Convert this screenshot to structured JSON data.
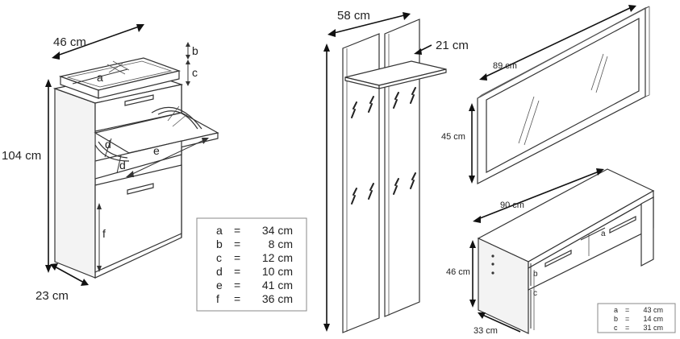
{
  "shoe_cabinet": {
    "width_label": "46 cm",
    "height_label": "104 cm",
    "depth_label": "23 cm",
    "letters": {
      "a": "a",
      "b": "b",
      "c": "c",
      "d": "d",
      "e": "e",
      "f": "f"
    },
    "legend": [
      {
        "key": "a",
        "eq": "=",
        "val": "34 cm"
      },
      {
        "key": "b",
        "eq": "=",
        "val": "8 cm"
      },
      {
        "key": "c",
        "eq": "=",
        "val": "12 cm"
      },
      {
        "key": "d",
        "eq": "=",
        "val": "10 cm"
      },
      {
        "key": "e",
        "eq": "=",
        "val": "41 cm"
      },
      {
        "key": "f",
        "eq": "=",
        "val": "36 cm"
      }
    ]
  },
  "coat_rack": {
    "width_label": "58 cm",
    "shelf_depth_label": "21 cm"
  },
  "mirror": {
    "width_label": "89 cm",
    "height_label": "45 cm"
  },
  "bench": {
    "width_label": "90 cm",
    "height_label": "46 cm",
    "depth_label": "33 cm",
    "letters": {
      "a": "a",
      "b": "b",
      "c": "c"
    },
    "legend": [
      {
        "key": "a",
        "eq": "=",
        "val": "43 cm"
      },
      {
        "key": "b",
        "eq": "=",
        "val": "14 cm"
      },
      {
        "key": "c",
        "eq": "=",
        "val": "31 cm"
      }
    ]
  }
}
